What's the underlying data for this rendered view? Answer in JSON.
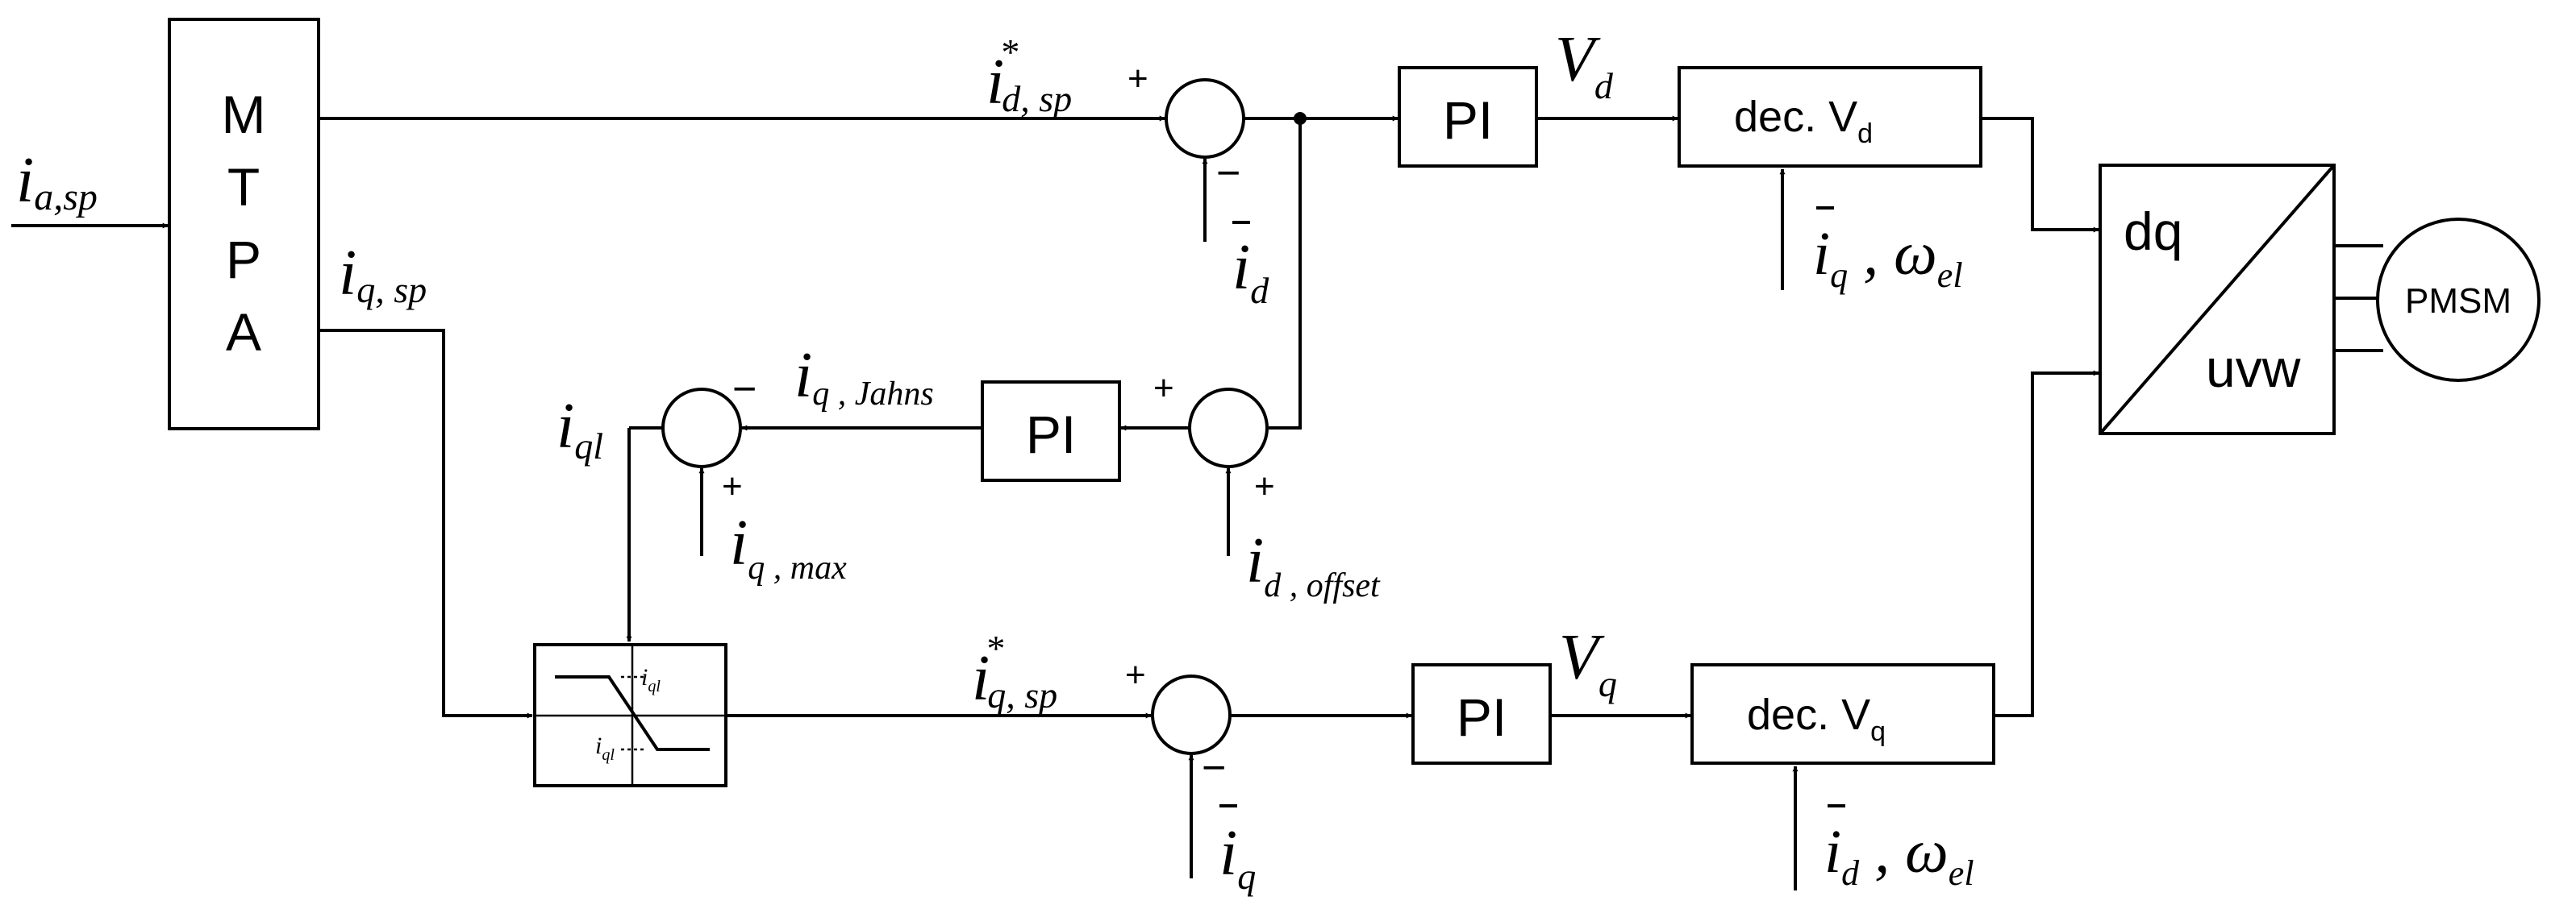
{
  "blocks": {
    "mtpa": [
      "M",
      "T",
      "P",
      "A"
    ],
    "pi_label": "PI",
    "dec_vd": "dec. V",
    "dec_vd_sub": "d",
    "dec_vq": "dec. V",
    "dec_vq_sub": "q",
    "dq": "dq",
    "uvw": "uvw",
    "pmsm": "PMSM"
  },
  "signals": {
    "ia_sp": {
      "base": "i",
      "sub": "a,sp"
    },
    "iq_sp": {
      "base": "i",
      "sub": "q, sp"
    },
    "id_sp_star": {
      "base": "i",
      "sup": "*",
      "sub": "d, sp"
    },
    "iq_sp_star": {
      "base": "i",
      "sup": "*",
      "sub": "q, sp"
    },
    "vd": {
      "base": "V",
      "sub": "d"
    },
    "vq": {
      "base": "V",
      "sub": "q"
    },
    "id_bar": {
      "base": "i",
      "sub": "d"
    },
    "iq_bar": {
      "base": "i",
      "sub": "q"
    },
    "iq_jahns": {
      "base": "i",
      "sub": "q , Jahns"
    },
    "iql": {
      "base": "i",
      "sub": "ql"
    },
    "iq_max": {
      "base": "i",
      "sub": "q , max"
    },
    "id_offset": {
      "base": "i",
      "sub": "d , offset"
    },
    "iq_omega": {
      "base": "i",
      "sub": "q",
      "rest": " , ω",
      "rest_sub": "el"
    },
    "id_omega": {
      "base": "i",
      "sub": "d",
      "rest": " , ω",
      "rest_sub": "el"
    },
    "limiter_upper": {
      "base": "i",
      "sub": "ql"
    },
    "limiter_lower": {
      "base": "i",
      "sub": "ql"
    }
  },
  "signs": {
    "plus": "+",
    "minus": "−"
  }
}
